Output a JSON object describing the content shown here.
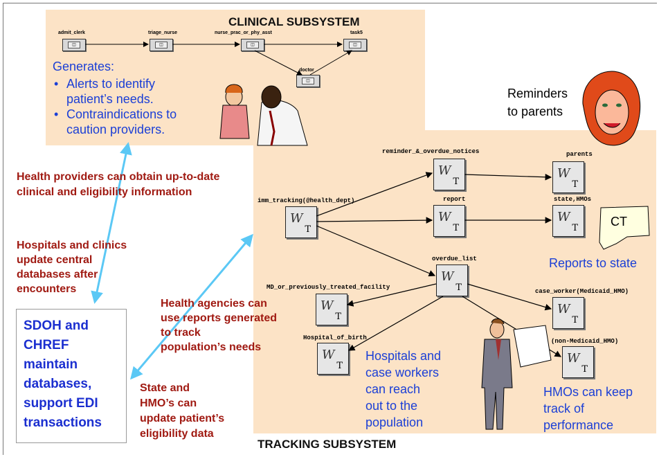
{
  "clinical": {
    "title": "CLINICAL SUBSYSTEM",
    "nodes": [
      "admit_clerk",
      "triage_nurse",
      "nurse_prac_or_phy_asst",
      "task5",
      "doctor"
    ],
    "generates_label": "Generates:",
    "bullets": [
      "Alerts to identify",
      "patient’s needs.",
      "Contraindications to",
      "caution providers."
    ]
  },
  "tracking": {
    "title": "TRACKING SUBSYSTEM",
    "nodes": {
      "reminder": "reminder_&_overdue_notices",
      "parents": "parents",
      "imm_tracking": "imm_tracking(@health_dept)",
      "report": "report",
      "state_hmos": "state,HMOs",
      "overdue_list": "overdue_list",
      "md_facility": "MD_or_previously_treated_facility",
      "case_worker": "case_worker(Medicaid_HMO)",
      "hospital_birth": "Hospital_of_birth",
      "non_medicaid": "(non-Medicaid_HMO)"
    },
    "node_glyph": "W",
    "node_t": "T"
  },
  "labels": {
    "reminders_line1": "Reminders",
    "reminders_line2": "to parents",
    "ct": "CT",
    "reports_to_state": "Reports to state",
    "hospitals_workers": [
      "Hospitals and",
      "case workers",
      "can reach",
      "out to the",
      "population"
    ],
    "hmos_keep": [
      "HMOs can keep",
      "track of",
      "performance"
    ]
  },
  "notes": {
    "health_providers": [
      "Health providers can obtain up-to-date",
      "clinical and eligibility information"
    ],
    "hospitals_clinics": [
      "Hospitals and clinics",
      "update central",
      "databases after",
      "encounters"
    ],
    "health_agencies": [
      "Health agencies can",
      "use reports generated",
      "to track",
      "population’s needs"
    ],
    "state_hmo": [
      "State and",
      "HMO’s can",
      "update patient’s",
      "eligibility data"
    ],
    "sdoh": [
      "SDOH and",
      "CHREF",
      "maintain",
      "databases,",
      "support EDI",
      "transactions"
    ]
  },
  "colors": {
    "panel": "#fce3c6",
    "blue": "#1b3fd6",
    "red": "#a01a12",
    "arrow": "#5bc8f5"
  }
}
